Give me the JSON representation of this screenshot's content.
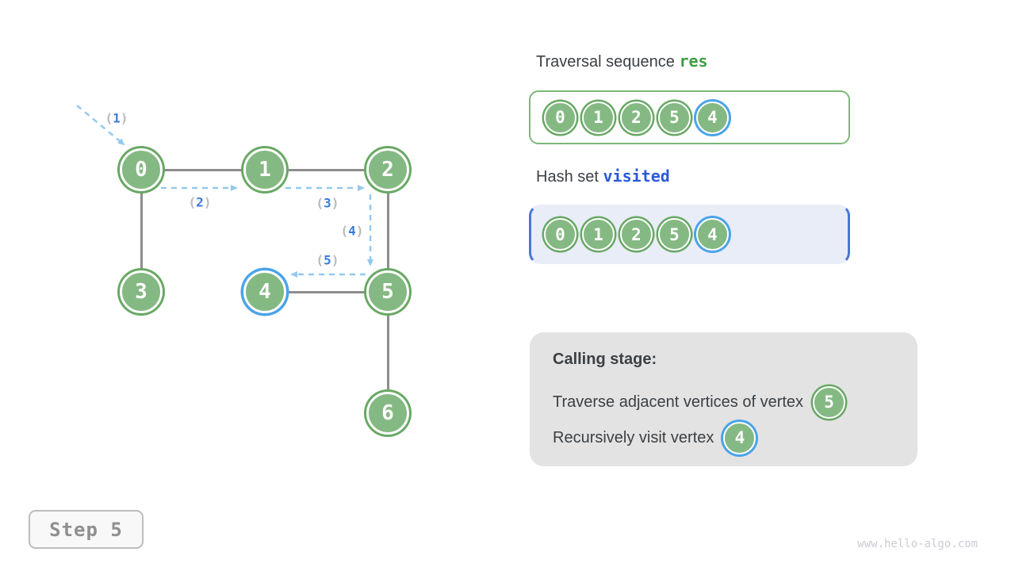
{
  "graph": {
    "nodes": [
      {
        "id": "0"
      },
      {
        "id": "1"
      },
      {
        "id": "2"
      },
      {
        "id": "3"
      },
      {
        "id": "4",
        "highlighted": true
      },
      {
        "id": "5"
      },
      {
        "id": "6"
      }
    ],
    "edges": [
      "0-1",
      "1-2",
      "0-3",
      "2-5",
      "4-5",
      "5-6"
    ],
    "step_labels": {
      "open": "(",
      "close": ")",
      "items": [
        "1",
        "2",
        "3",
        "4",
        "5"
      ]
    }
  },
  "res_panel": {
    "title_prefix": "Traversal sequence ",
    "code": "res",
    "items": [
      {
        "v": "0"
      },
      {
        "v": "1"
      },
      {
        "v": "2"
      },
      {
        "v": "5"
      },
      {
        "v": "4",
        "hl": true
      }
    ]
  },
  "visited_panel": {
    "title_prefix": "Hash set ",
    "code": "visited",
    "items": [
      {
        "v": "0"
      },
      {
        "v": "1"
      },
      {
        "v": "2"
      },
      {
        "v": "5"
      },
      {
        "v": "4",
        "hl": true
      }
    ]
  },
  "calling_panel": {
    "heading": "Calling stage:",
    "line1": "Traverse adjacent vertices of vertex",
    "line1_vertex": "5",
    "line2": "Recursively visit vertex",
    "line2_vertex": "4"
  },
  "step_badge": "Step 5",
  "watermark": "www.hello-algo.com",
  "colors": {
    "green-fill": "#85b983",
    "green-ring": "#68a864",
    "green-box-border": "#7cb878",
    "blue-ring": "#4ba3e8",
    "arrow-blue": "#93c9f0",
    "arrow-num-blue": "#3d7cd8",
    "paren-gray": "#b6bac0",
    "edge-gray": "#8d8d8d",
    "text-dark": "#3b4045",
    "res-green": "#3f9d46",
    "visited-blue": "#2b5ad6",
    "visited-bg": "#e9edf8",
    "visited-border": "#4a76d8",
    "calling-bg": "#e3e3e3",
    "step-text": "#8f8f8f",
    "step-border": "#bdbdbd",
    "step-bg": "#f8f8f8",
    "watermark-gray": "#c9ccd3"
  }
}
